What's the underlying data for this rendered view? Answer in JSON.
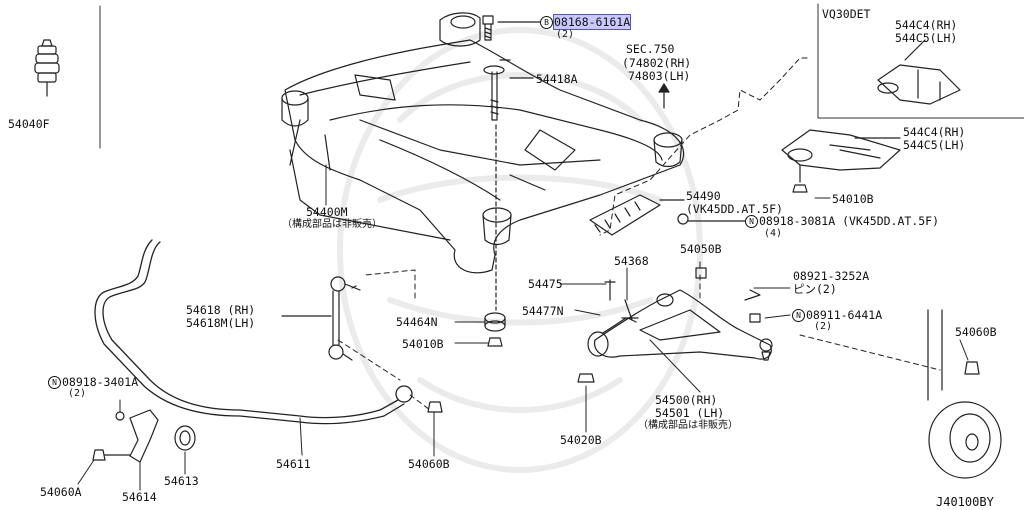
{
  "diagram_code": "J40100BY",
  "engine_box": {
    "engine": "VQ30DET",
    "rh": "544C4(RH)",
    "lh": "544C5(LH)"
  },
  "parts": {
    "p54040F": "54040F",
    "bolt": {
      "marker": "B",
      "number": "08168-6161A",
      "qty": "(2)"
    },
    "p54418A": "54418A",
    "sec": {
      "ref": "SEC.750",
      "rh": "(74802(RH)",
      "lh": "74803(LH)"
    },
    "bracket": {
      "rh": "544C4(RH)",
      "lh": "544C5(LH)"
    },
    "p54010B_r": "54010B",
    "p54490": {
      "num": "54490",
      "note": "(VK45DD.AT.5F)"
    },
    "nut_3081": {
      "marker": "N",
      "number": "08918-3081A (VK45DD.AT.5F)",
      "qty": "(4)"
    },
    "p54400M": {
      "num": "54400M",
      "note": "（構成部品は非販売）"
    },
    "p54050B": "54050B",
    "p54368": "54368",
    "p54475": "54475",
    "p54477N": "54477N",
    "pin": {
      "number": "08921-3252A",
      "note": "ピン(2)"
    },
    "nut_6441": {
      "marker": "N",
      "number": "08911-6441A",
      "qty": "(2)"
    },
    "p54060B_r": "54060B",
    "p54618": {
      "rh": "54618 (RH)",
      "lh": "54618M(LH)"
    },
    "p54464N": "54464N",
    "p54010B_c": "54010B",
    "nut_3401": {
      "marker": "N",
      "number": "08918-3401A",
      "qty": "(2)"
    },
    "p54500": {
      "rh": "54500(RH)",
      "lh": "54501 (LH)",
      "note": "（構成部品は非販売）"
    },
    "p54020B": "54020B",
    "p54611": "54611",
    "p54060B_c": "54060B",
    "p54613": "54613",
    "p54060A": "54060A",
    "p54614": "54614"
  }
}
